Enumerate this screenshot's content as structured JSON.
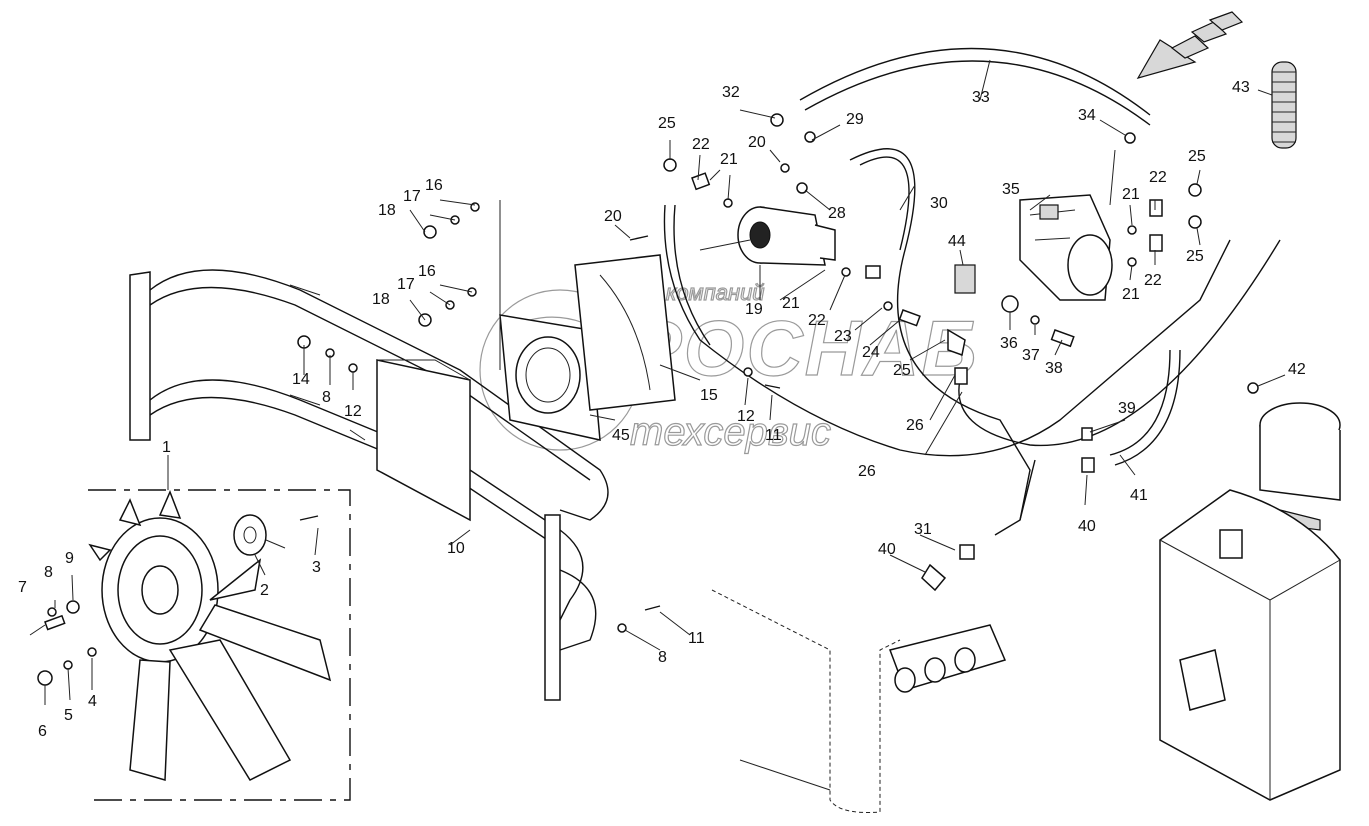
{
  "watermark": {
    "line1": "группа компаний",
    "line2": "ТРОСНАБ",
    "line3": "техсервис"
  },
  "callouts": [
    {
      "id": "c1",
      "text": "1"
    },
    {
      "id": "c2",
      "text": "2"
    },
    {
      "id": "c3",
      "text": "3"
    },
    {
      "id": "c4",
      "text": "4"
    },
    {
      "id": "c5",
      "text": "5"
    },
    {
      "id": "c6",
      "text": "6"
    },
    {
      "id": "c7",
      "text": "7"
    },
    {
      "id": "c8a",
      "text": "8"
    },
    {
      "id": "c9",
      "text": "9"
    },
    {
      "id": "c8b",
      "text": "8"
    },
    {
      "id": "c8c",
      "text": "8"
    },
    {
      "id": "c10",
      "text": "10"
    },
    {
      "id": "c11a",
      "text": "11"
    },
    {
      "id": "c11b",
      "text": "11"
    },
    {
      "id": "c12a",
      "text": "12"
    },
    {
      "id": "c12b",
      "text": "12"
    },
    {
      "id": "c14",
      "text": "14"
    },
    {
      "id": "c15",
      "text": "15"
    },
    {
      "id": "c16a",
      "text": "16"
    },
    {
      "id": "c16b",
      "text": "16"
    },
    {
      "id": "c17a",
      "text": "17"
    },
    {
      "id": "c17b",
      "text": "17"
    },
    {
      "id": "c18a",
      "text": "18"
    },
    {
      "id": "c18b",
      "text": "18"
    },
    {
      "id": "c19",
      "text": "19"
    },
    {
      "id": "c20a",
      "text": "20"
    },
    {
      "id": "c20b",
      "text": "20"
    },
    {
      "id": "c21a",
      "text": "21"
    },
    {
      "id": "c21b",
      "text": "21"
    },
    {
      "id": "c21c",
      "text": "21"
    },
    {
      "id": "c21d",
      "text": "21"
    },
    {
      "id": "c22a",
      "text": "22"
    },
    {
      "id": "c22b",
      "text": "22"
    },
    {
      "id": "c22c",
      "text": "22"
    },
    {
      "id": "c22d",
      "text": "22"
    },
    {
      "id": "c23",
      "text": "23"
    },
    {
      "id": "c24",
      "text": "24"
    },
    {
      "id": "c25a",
      "text": "25"
    },
    {
      "id": "c25b",
      "text": "25"
    },
    {
      "id": "c25c",
      "text": "25"
    },
    {
      "id": "c25d",
      "text": "25"
    },
    {
      "id": "c26a",
      "text": "26"
    },
    {
      "id": "c26b",
      "text": "26"
    },
    {
      "id": "c28",
      "text": "28"
    },
    {
      "id": "c29",
      "text": "29"
    },
    {
      "id": "c30",
      "text": "30"
    },
    {
      "id": "c31",
      "text": "31"
    },
    {
      "id": "c32",
      "text": "32"
    },
    {
      "id": "c33",
      "text": "33"
    },
    {
      "id": "c34",
      "text": "34"
    },
    {
      "id": "c35",
      "text": "35"
    },
    {
      "id": "c36",
      "text": "36"
    },
    {
      "id": "c37",
      "text": "37"
    },
    {
      "id": "c38",
      "text": "38"
    },
    {
      "id": "c39",
      "text": "39"
    },
    {
      "id": "c40a",
      "text": "40"
    },
    {
      "id": "c40b",
      "text": "40"
    },
    {
      "id": "c41",
      "text": "41"
    },
    {
      "id": "c42",
      "text": "42"
    },
    {
      "id": "c43",
      "text": "43"
    },
    {
      "id": "c44",
      "text": "44"
    },
    {
      "id": "c45",
      "text": "45"
    }
  ]
}
